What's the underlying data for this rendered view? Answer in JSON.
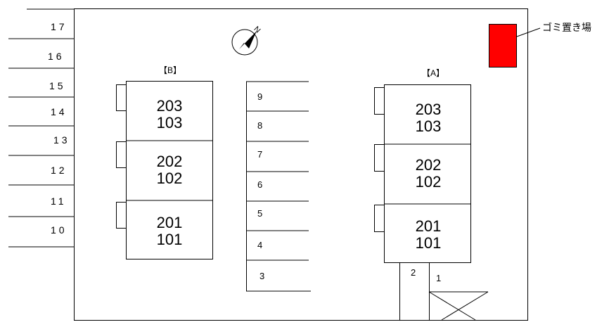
{
  "north_label": "N",
  "garbage_label": "ゴミ置き場",
  "colors": {
    "garbage": "#ff0000",
    "line": "#000000",
    "background": "#ffffff"
  },
  "buildings": {
    "B": {
      "label": "【B】",
      "units": [
        {
          "upper": "203",
          "lower": "103"
        },
        {
          "upper": "202",
          "lower": "102"
        },
        {
          "upper": "201",
          "lower": "101"
        }
      ]
    },
    "A": {
      "label": "【A】",
      "units": [
        {
          "upper": "203",
          "lower": "103"
        },
        {
          "upper": "202",
          "lower": "102"
        },
        {
          "upper": "201",
          "lower": "101"
        }
      ]
    }
  },
  "parking": {
    "left_column": [
      "17",
      "16",
      "15",
      "14",
      "13",
      "12",
      "11",
      "10"
    ],
    "center_column": [
      "9",
      "8",
      "7",
      "6",
      "5",
      "4",
      "3"
    ],
    "bottom_right": [
      "2",
      "1"
    ]
  }
}
